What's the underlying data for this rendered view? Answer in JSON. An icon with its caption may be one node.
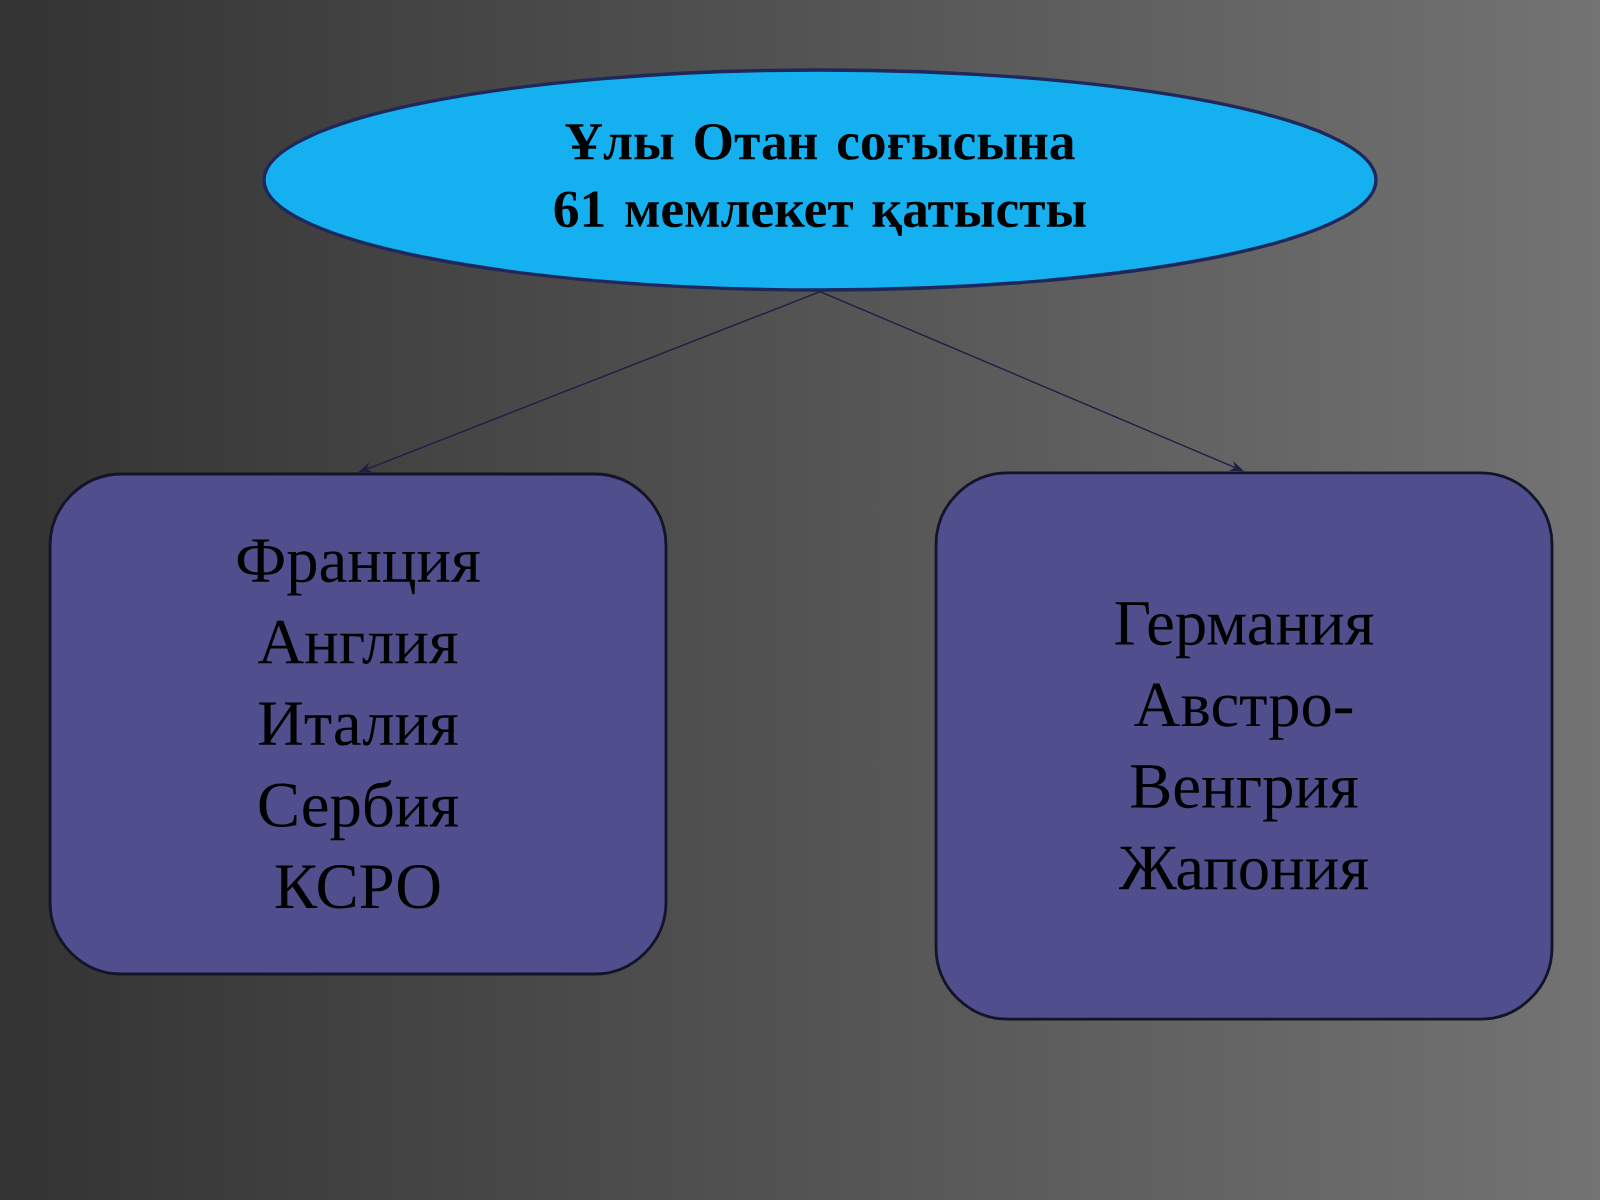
{
  "diagram": {
    "nodes": [
      {
        "text": [
          "Ұлы Отан соғысына 61 мемлекет қатысты"
        ]
      },
      {
        "text": [
          "Франция",
          "Англия",
          "Италия",
          "Сербия",
          "КСРО"
        ]
      },
      {
        "text": [
          "Германия",
          "Австро-Венгрия",
          "Жапония"
        ]
      }
    ],
    "edges": [
      {
        "from": 0,
        "to": 1,
        "arrow": "to"
      },
      {
        "from": 0,
        "to": 2,
        "arrow": "to"
      }
    ]
  }
}
